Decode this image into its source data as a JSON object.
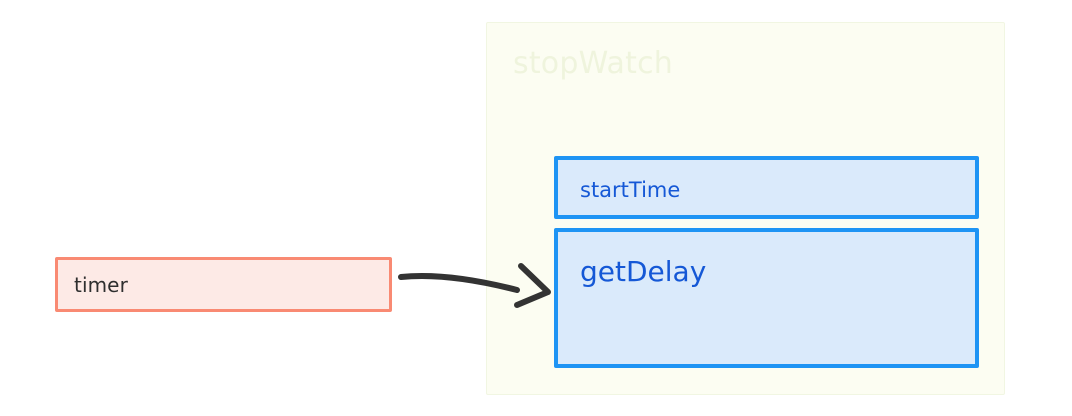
{
  "diagram": {
    "type": "flow-diagram",
    "background_color": "#ffffff",
    "nodes": [
      {
        "id": "timer",
        "label": "timer",
        "kind": "external-node",
        "fill_color": "#fdeae6",
        "border_color": "#f98a73",
        "text_color": "#2f2f2f"
      },
      {
        "id": "startTime",
        "label": "startTime",
        "kind": "member-node",
        "fill_color": "#daeafb",
        "border_color": "#1e94f4",
        "text_color": "#1558d6"
      },
      {
        "id": "getDelay",
        "label": "getDelay",
        "kind": "member-node",
        "fill_color": "#daeafb",
        "border_color": "#1e94f4",
        "text_color": "#1558d6"
      }
    ],
    "container": {
      "id": "stopWatch",
      "title": "stopWatch",
      "fill_color": "#fcfdf2",
      "border_color": "#f1f6e2",
      "title_color": "#eff4dd",
      "children": [
        "startTime",
        "getDelay"
      ]
    },
    "edges": [
      {
        "id": "timer-to-getDelay",
        "from": "timer",
        "to": "getDelay",
        "label": "",
        "style": "hand-drawn-curved",
        "color": "#333333",
        "arrowhead": "open-chevron"
      }
    ]
  }
}
